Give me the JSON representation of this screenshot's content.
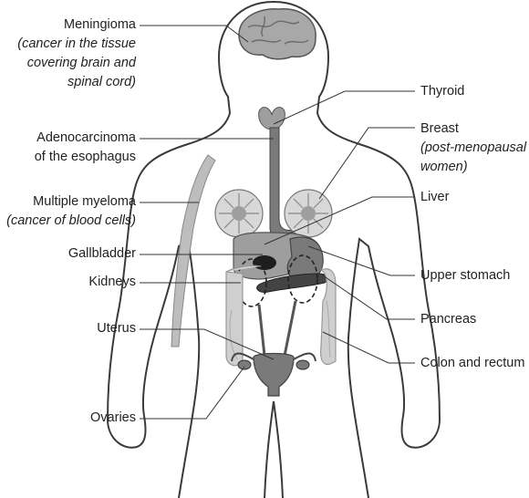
{
  "labels_left": [
    {
      "id": "meningioma",
      "title": "Meningioma",
      "note": "(cancer in the tissue covering brain and spinal cord)",
      "note_lines": [
        "(cancer in the tissue",
        "covering brain and",
        "spinal cord)"
      ]
    },
    {
      "id": "adenocarcinoma",
      "title_lines": [
        "Adenocarcinoma",
        "of the esophagus"
      ]
    },
    {
      "id": "myeloma",
      "title": "Multiple myeloma",
      "note": "(cancer of blood cells)"
    },
    {
      "id": "gallbladder",
      "title": "Gallbladder"
    },
    {
      "id": "kidneys",
      "title": "Kidneys"
    },
    {
      "id": "uterus",
      "title": "Uterus"
    },
    {
      "id": "ovaries",
      "title": "Ovaries"
    }
  ],
  "labels_right": [
    {
      "id": "thyroid",
      "title": "Thyroid"
    },
    {
      "id": "breast",
      "title": "Breast",
      "note_lines": [
        "(post-menopausal",
        "women)"
      ]
    },
    {
      "id": "liver",
      "title": "Liver"
    },
    {
      "id": "upper_stomach",
      "title": "Upper stomach"
    },
    {
      "id": "pancreas",
      "title": "Pancreas"
    },
    {
      "id": "colon",
      "title": "Colon and rectum"
    }
  ],
  "colors": {
    "outline": "#3a3a3a",
    "leader": "#333333",
    "organ_dark": "#7a7a7a",
    "organ_mid": "#9e9e9e",
    "organ_light": "#cfcfcf",
    "brain": "#a8a8a8"
  }
}
